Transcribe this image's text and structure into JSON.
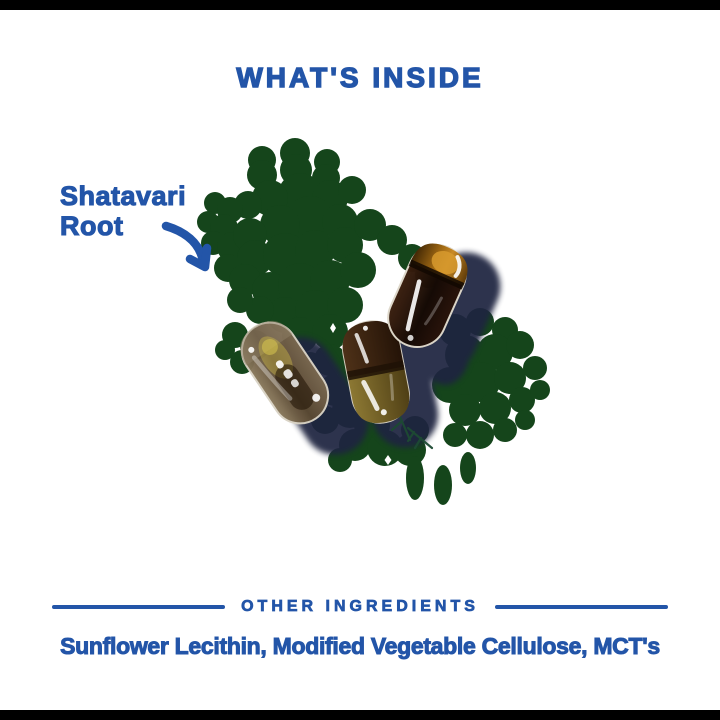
{
  "colors": {
    "accent_blue": "#2355a8",
    "fern_green": "#15451b",
    "shadow_navy": "#1e2440",
    "capsule_amber": "#c98a25",
    "background": "#ffffff",
    "letterbox": "#000000"
  },
  "header": {
    "title": "WHAT'S INSIDE"
  },
  "callout": {
    "line1": "Shatavari",
    "line2": "Root",
    "icon": "curved-arrow-icon"
  },
  "illustration": {
    "plant_icon": "shatavari-fern-illustration",
    "capsule_icons": [
      "amber-cap-capsule",
      "translucent-capsule",
      "two-tone-capsule"
    ]
  },
  "footer": {
    "section_label": "OTHER INGREDIENTS",
    "ingredients": "Sunflower Lecithin, Modified Vegetable Cellulose, MCT's"
  }
}
